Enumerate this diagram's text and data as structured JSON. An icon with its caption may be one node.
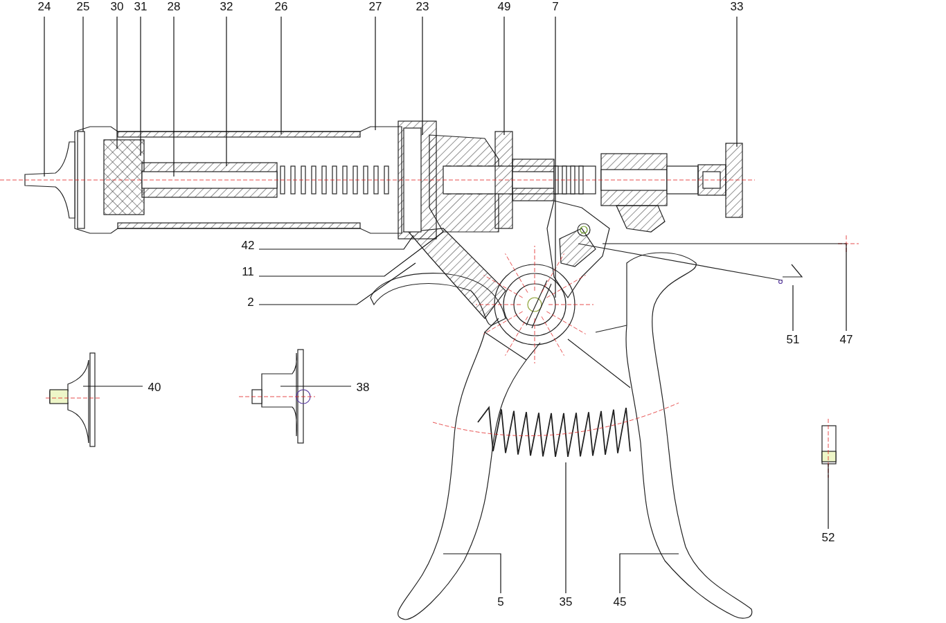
{
  "diagram": {
    "nodes": [
      {
        "text": [
          "24"
        ]
      },
      {
        "text": [
          "25"
        ]
      },
      {
        "text": [
          "30"
        ]
      },
      {
        "text": [
          "31"
        ]
      },
      {
        "text": [
          "28"
        ]
      },
      {
        "text": [
          "32"
        ]
      },
      {
        "text": [
          "26"
        ]
      },
      {
        "text": [
          "27"
        ]
      },
      {
        "text": [
          "23"
        ]
      },
      {
        "text": [
          "49"
        ]
      },
      {
        "text": [
          "7"
        ]
      },
      {
        "text": [
          "33"
        ]
      },
      {
        "text": [
          "42"
        ]
      },
      {
        "text": [
          "11"
        ]
      },
      {
        "text": [
          "2"
        ]
      },
      {
        "text": [
          "51"
        ]
      },
      {
        "text": [
          "47"
        ]
      },
      {
        "text": [
          "40"
        ]
      },
      {
        "text": [
          "38"
        ]
      },
      {
        "text": [
          "52"
        ]
      },
      {
        "text": [
          "5"
        ]
      },
      {
        "text": [
          "35"
        ]
      },
      {
        "text": [
          "45"
        ]
      }
    ],
    "edges": [
      {
        "from": 0,
        "to": null,
        "arrow": "none"
      },
      {
        "from": 1,
        "to": null,
        "arrow": "none"
      },
      {
        "from": 2,
        "to": null,
        "arrow": "none"
      },
      {
        "from": 3,
        "to": null,
        "arrow": "none"
      },
      {
        "from": 4,
        "to": null,
        "arrow": "none"
      },
      {
        "from": 5,
        "to": null,
        "arrow": "none"
      },
      {
        "from": 6,
        "to": null,
        "arrow": "none"
      },
      {
        "from": 7,
        "to": null,
        "arrow": "none"
      },
      {
        "from": 8,
        "to": null,
        "arrow": "none"
      },
      {
        "from": 9,
        "to": null,
        "arrow": "none"
      },
      {
        "from": 10,
        "to": null,
        "arrow": "none"
      },
      {
        "from": 11,
        "to": null,
        "arrow": "none"
      },
      {
        "from": 12,
        "to": null,
        "arrow": "none"
      },
      {
        "from": 13,
        "to": null,
        "arrow": "none"
      },
      {
        "from": 14,
        "to": null,
        "arrow": "none"
      },
      {
        "from": 15,
        "to": null,
        "arrow": "none"
      },
      {
        "from": 16,
        "to": null,
        "arrow": "none"
      },
      {
        "from": 17,
        "to": null,
        "arrow": "none"
      },
      {
        "from": 18,
        "to": null,
        "arrow": "none"
      },
      {
        "from": 19,
        "to": null,
        "arrow": "none"
      },
      {
        "from": 20,
        "to": null,
        "arrow": "none"
      },
      {
        "from": 21,
        "to": null,
        "arrow": "none"
      },
      {
        "from": 22,
        "to": null,
        "arrow": "none"
      }
    ]
  }
}
